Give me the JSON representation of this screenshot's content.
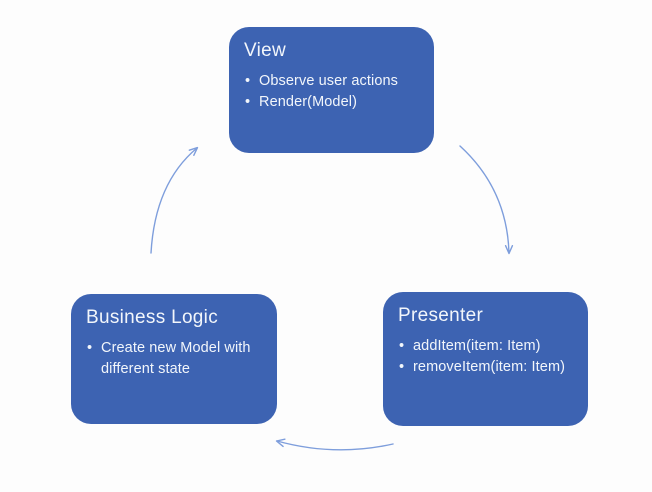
{
  "diagram": {
    "background_color": "#fdfdfd",
    "node_fill_color": "#3d63b2",
    "node_text_color": "#f2f6fb",
    "arrow_color": "#7e9edc",
    "nodes": [
      {
        "id": "view",
        "title": "View",
        "bullets": [
          "Observe user actions",
          "Render(Model)"
        ]
      },
      {
        "id": "business-logic",
        "title": "Business Logic",
        "bullets": [
          "Create new Model with different state"
        ]
      },
      {
        "id": "presenter",
        "title": "Presenter",
        "bullets": [
          "addItem(item: Item)",
          "removeItem(item: Item)"
        ]
      }
    ],
    "arrows": [
      {
        "id": "view-to-presenter",
        "from": "View",
        "to": "Presenter"
      },
      {
        "id": "presenter-to-business-logic",
        "from": "Presenter",
        "to": "Business Logic"
      },
      {
        "id": "business-logic-to-view",
        "from": "Business Logic",
        "to": "View"
      }
    ]
  }
}
